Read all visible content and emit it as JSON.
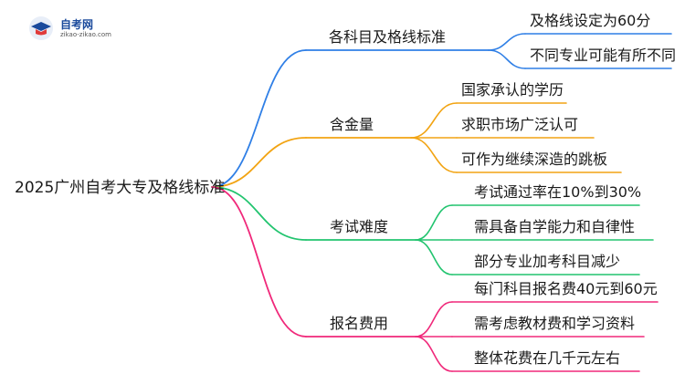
{
  "logo": {
    "name": "自考网",
    "url": "zikao-zikao.com"
  },
  "root": {
    "label": "2025广州自考大专及格线标准"
  },
  "branches": [
    {
      "label": "各科目及格线标准",
      "color": "#2f7fe6",
      "children": [
        "及格线设定为60分",
        "不同专业可能有所不同"
      ]
    },
    {
      "label": "含金量",
      "color": "#f2a413",
      "children": [
        "国家承认的学历",
        "求职市场广泛认可",
        "可作为继续深造的跳板"
      ]
    },
    {
      "label": "考试难度",
      "color": "#22c46f",
      "children": [
        "考试通过率在10%到30%",
        "需具备自学能力和自律性",
        "部分专业加考科目减少"
      ]
    },
    {
      "label": "报名费用",
      "color": "#f0287a",
      "children": [
        "每门科目报名费40元到60元",
        "需考虑教材费和学习资料",
        "整体花费在几千元左右"
      ]
    }
  ]
}
